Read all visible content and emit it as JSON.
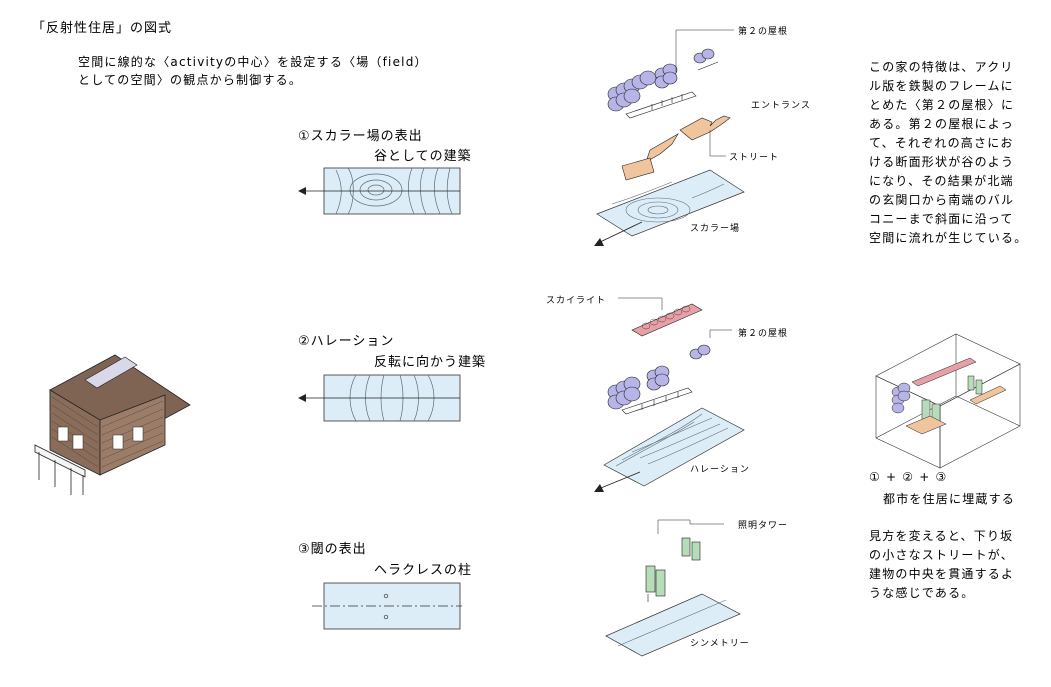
{
  "title": "「反射性住居」の図式",
  "intro": {
    "line1": "空間に線的な〈activityの中心〉を設定する〈場（field）",
    "line2": "としての空間〉の観点から制御する。"
  },
  "diagrams": [
    {
      "number": "①スカラー場の表出",
      "subtitle": "谷としての建築"
    },
    {
      "number": "②ハレーション",
      "subtitle": "反転に向かう建築"
    },
    {
      "number": "③閾の表出",
      "subtitle": "ヘラクレスの柱"
    }
  ],
  "labels": {
    "roof2_top": "第２の屋根",
    "entrance": "エントランス",
    "street": "ストリート",
    "scalar_field": "スカラー場",
    "skylight": "スカイライト",
    "roof2_mid": "第２の屋根",
    "halation": "ハレーション",
    "light_tower": "照明タワー",
    "symmetry": "シンメトリー"
  },
  "description": {
    "lines": [
      "この家の特徴は、アクリ",
      "ル版を鉄製のフレームに",
      "とめた〈第２の屋根〉に",
      "ある。第２の屋根によっ",
      "て、それぞれの高さにお",
      "ける断面形状が谷のよう",
      "になり、その結果が北端",
      "の玄関口から南端のバル",
      "コニーまで斜面に沿って",
      "空間に流れが生じている。"
    ]
  },
  "combination": {
    "formula": "① + ② + ③",
    "caption": "都市を住居に埋蔵する",
    "lines": [
      "見方を変えると、下り坂",
      "の小さなストリートが、",
      "建物の中央を貫通するよ",
      "うな感じである。"
    ]
  },
  "colors": {
    "field_fill": "#dcedf7",
    "contour": "#5a6b7a",
    "roof_fill": "#b7b5e8",
    "floor_fill": "#f0c49c",
    "tower_fill": "#b6dcb9",
    "skylight_fill": "#e8a0a8",
    "house_fill": "#8a6c5a"
  }
}
